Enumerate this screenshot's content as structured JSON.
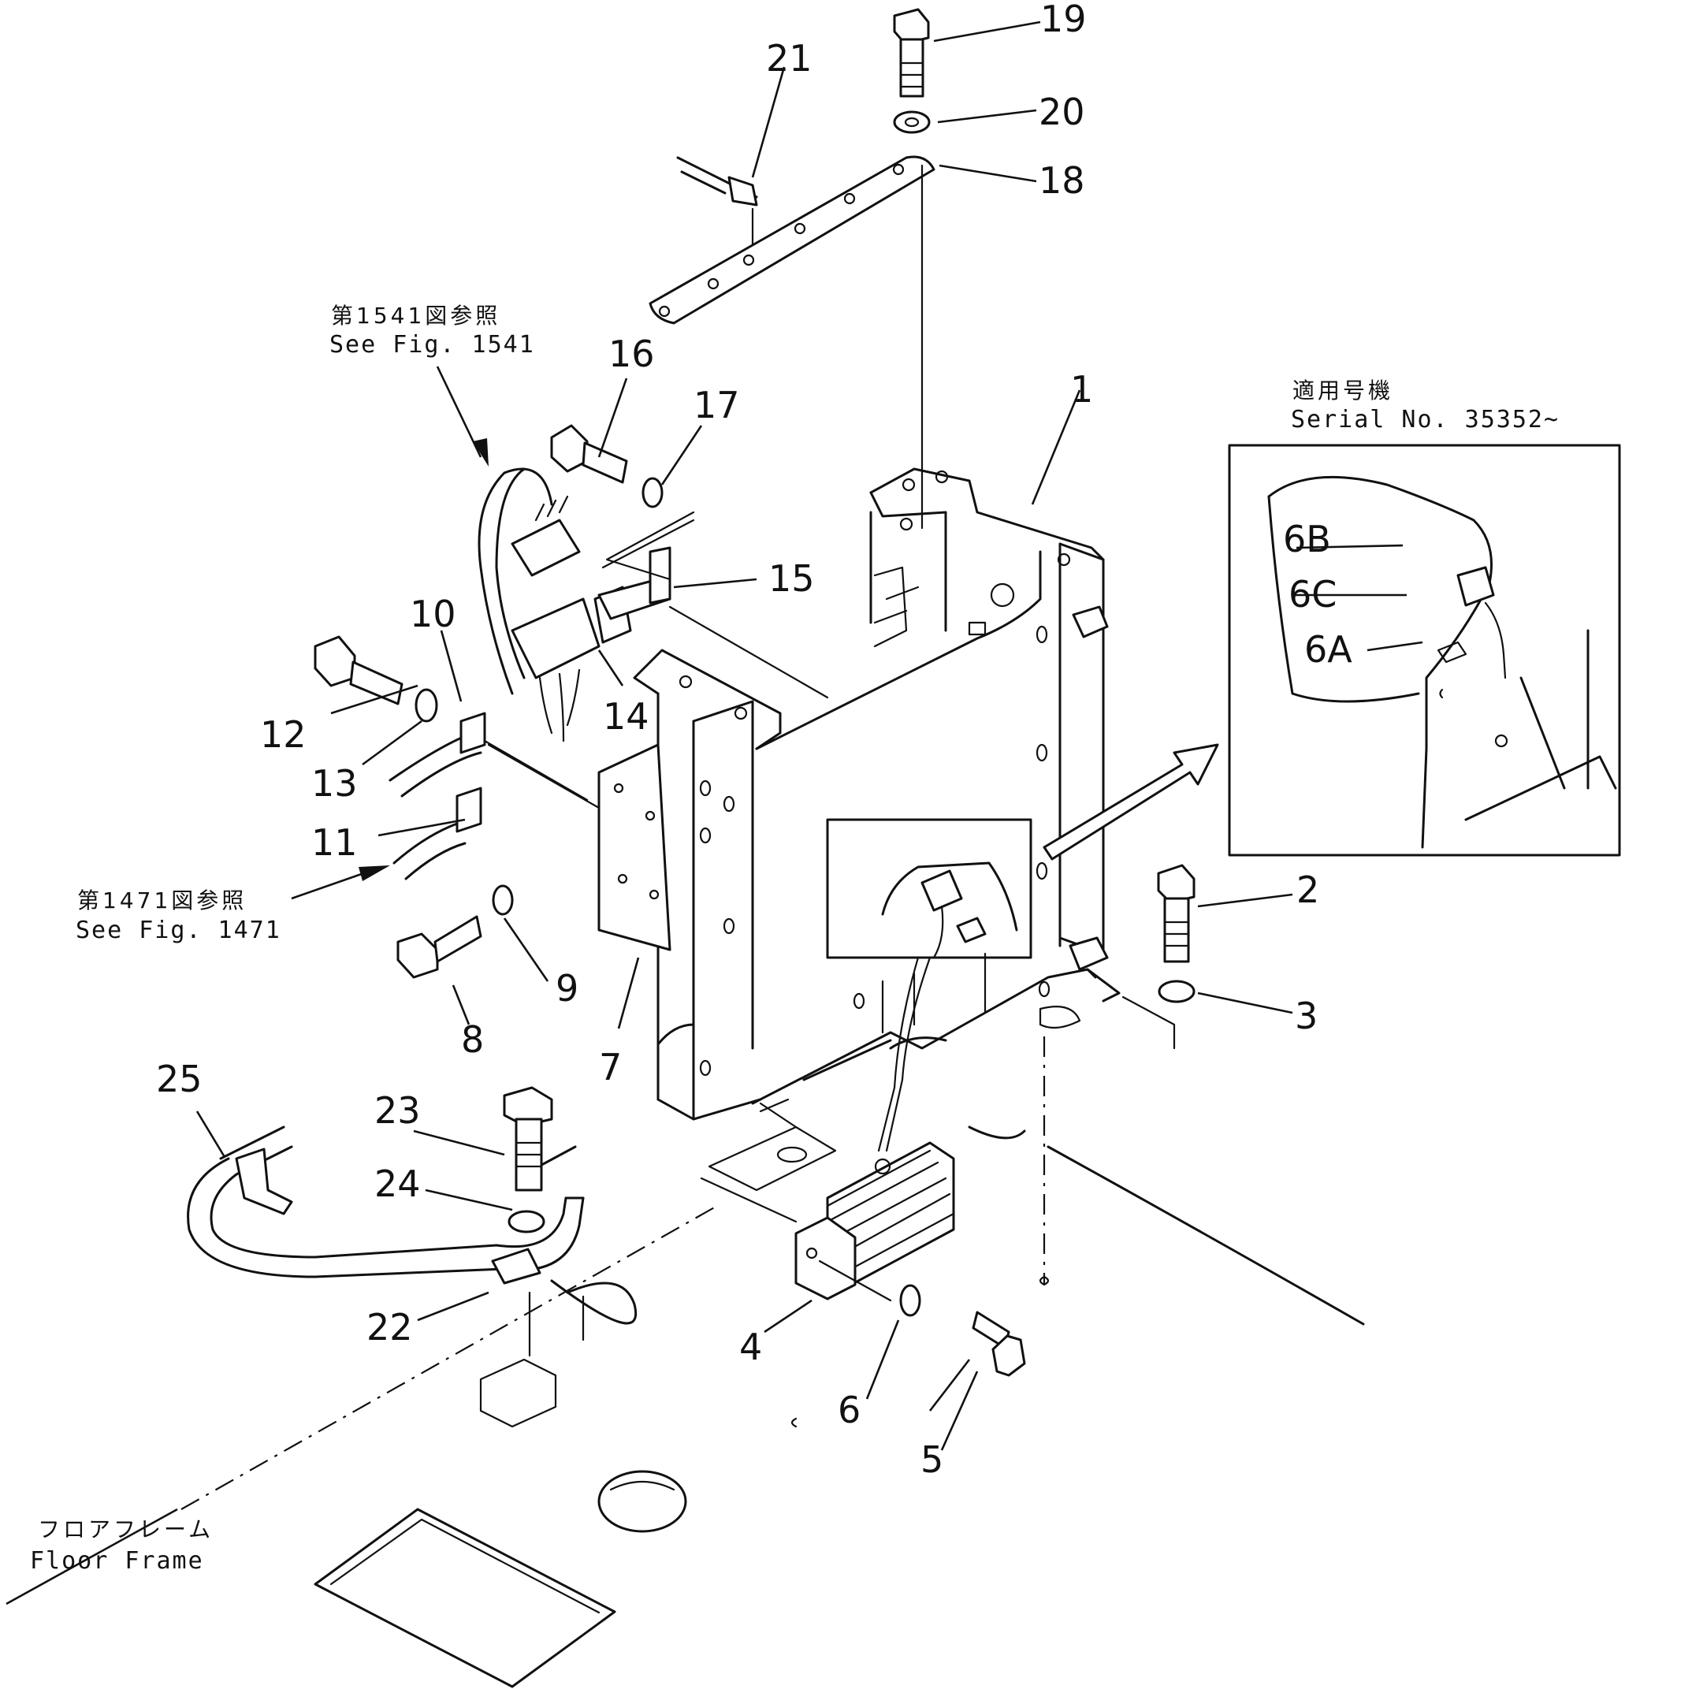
{
  "diagram": {
    "part_numbers": {
      "p1": "1",
      "p2": "2",
      "p3": "3",
      "p4": "4",
      "p5": "5",
      "p6": "6",
      "p7": "7",
      "p8": "8",
      "p9": "9",
      "p10": "10",
      "p11": "11",
      "p12": "12",
      "p13": "13",
      "p14": "14",
      "p15": "15",
      "p16": "16",
      "p17": "17",
      "p18": "18",
      "p19": "19",
      "p20": "20",
      "p21": "21",
      "p22": "22",
      "p23": "23",
      "p24": "24",
      "p25": "25",
      "p6a": "6A",
      "p6b": "6B",
      "p6c": "6C"
    },
    "references": {
      "fig1541_ja": "第1541図参照",
      "fig1541_en": "See Fig. 1541",
      "fig1471_ja": "第1471図参照",
      "fig1471_en": "See Fig. 1471",
      "serial_ja": "適用号機",
      "serial_en": "Serial No. 35352~",
      "floor_ja": "フロアフレーム",
      "floor_en": "Floor Frame"
    }
  }
}
